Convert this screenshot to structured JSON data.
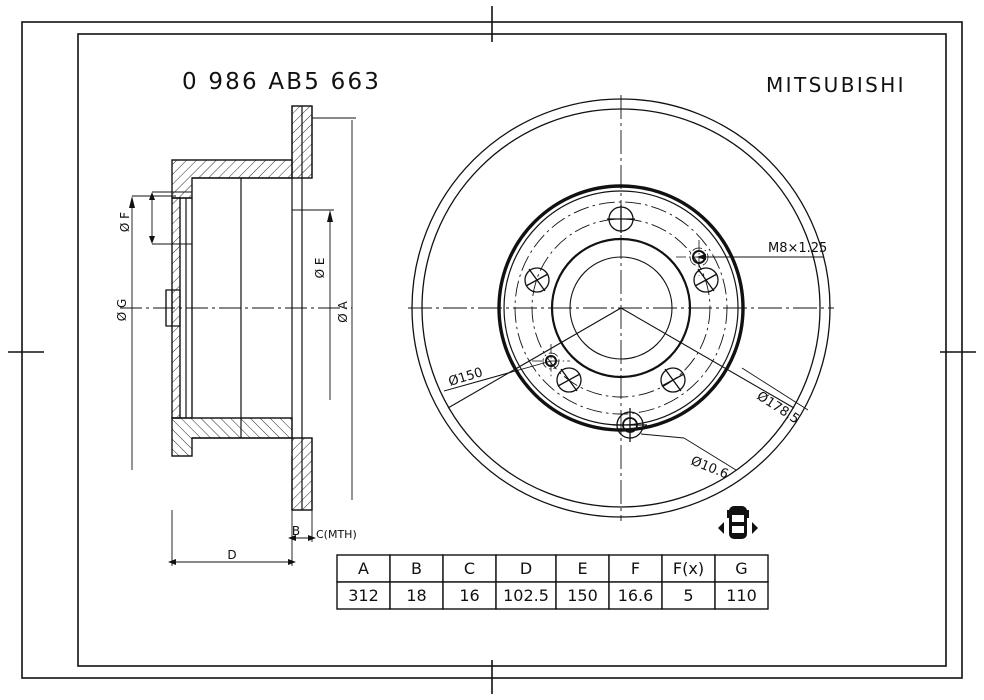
{
  "drawing": {
    "part_number": "0 986 AB5 663",
    "manufacturer": "MITSUBISHI",
    "axle_icon": "car-rear-axle-icon"
  },
  "section_view": {
    "labels": {
      "dia_f": "Ø F",
      "dia_g": "Ø G",
      "dia_e": "Ø E",
      "dia_a": "Ø A",
      "b": "B",
      "c_mth": "C(MTH)",
      "d": "D"
    }
  },
  "face_view": {
    "callouts": {
      "thread": "M8×1.25",
      "bolt_circle": "Ø150",
      "hub_outer": "Ø178.5",
      "hole_dia": "Ø10.6"
    }
  },
  "dimension_table": {
    "headers": [
      "A",
      "B",
      "C",
      "D",
      "E",
      "F",
      "F(x)",
      "G"
    ],
    "values": [
      "312",
      "18",
      "16",
      "102.5",
      "150",
      "16.6",
      "5",
      "110"
    ]
  },
  "colors": {
    "line": "#111111",
    "background": "#ffffff"
  }
}
